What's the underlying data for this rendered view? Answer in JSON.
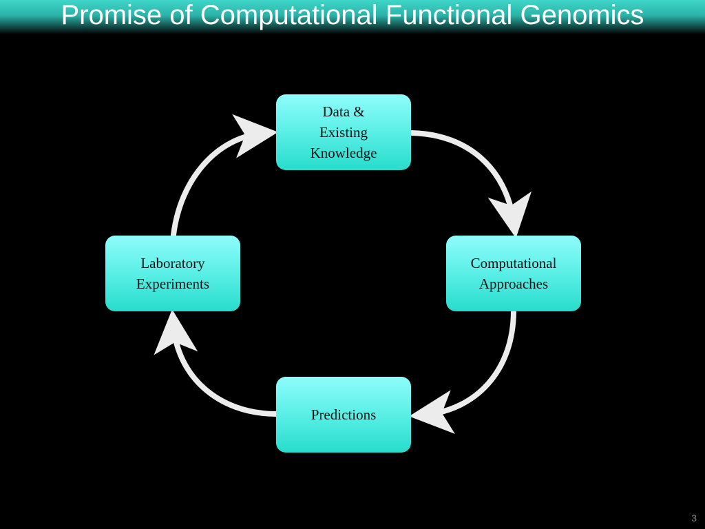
{
  "slide": {
    "title": "Promise of Computational Functional Genomics",
    "page_number": "3"
  },
  "cycle": {
    "nodes": [
      {
        "id": "data-existing-knowledge",
        "label": "Data &\nExisting\nKnowledge"
      },
      {
        "id": "computational-approaches",
        "label": "Computational\nApproaches"
      },
      {
        "id": "predictions",
        "label": "Predictions"
      },
      {
        "id": "laboratory-experiments",
        "label": "Laboratory\nExperiments"
      }
    ],
    "edges": [
      {
        "from": "data-existing-knowledge",
        "to": "computational-approaches"
      },
      {
        "from": "computational-approaches",
        "to": "predictions"
      },
      {
        "from": "predictions",
        "to": "laboratory-experiments"
      },
      {
        "from": "laboratory-experiments",
        "to": "data-existing-knowledge"
      }
    ],
    "colors": {
      "node_top": "#8ffcfb",
      "node_bottom": "#27dccb",
      "arrow": "#ececec",
      "band": "#2bb3a8"
    }
  }
}
